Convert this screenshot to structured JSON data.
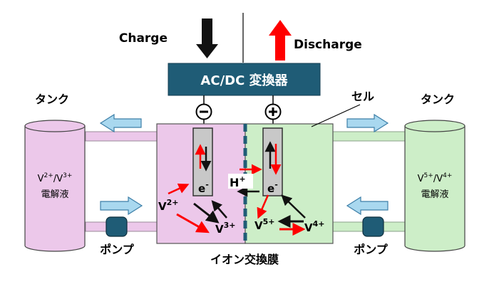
{
  "labels": {
    "charge": "Charge",
    "discharge": "Discharge",
    "converter": "AC/DC 変換器",
    "cell": "セル",
    "tank_left": "タンク",
    "tank_right": "タンク",
    "pump_left": "ポンプ",
    "pump_right": "ポンプ",
    "membrane": "イオン交換膜",
    "electrolyte": "電解液",
    "electron": "e",
    "electron_sup": "-",
    "proton": "H",
    "proton_sup": "+",
    "minus_sign": "−",
    "plus_sign": "+",
    "neg_ion_a": "V",
    "neg_ion_a_sup": "2+",
    "neg_ion_b": "V",
    "neg_ion_b_sup": "3+",
    "pos_ion_a": "V",
    "pos_ion_a_sup": "5+",
    "pos_ion_b": "V",
    "pos_ion_b_sup": "4+",
    "tank_left_a": "V",
    "tank_left_a_sup": "2+",
    "tank_left_sep": "/V",
    "tank_left_b_sup": "3+",
    "tank_right_a": "V",
    "tank_right_a_sup": "5+",
    "tank_right_sep": "/V",
    "tank_right_b_sup": "4+"
  },
  "colors": {
    "converter": "#1f5c76",
    "negative_side": "#ecc8ea",
    "positive_side": "#cdeec8",
    "tank_left_fill": "#ecc8ea",
    "tank_right_fill": "#cdeec8",
    "pipe_left": "#ecc8ea",
    "pipe_right": "#cdeec8",
    "pump": "#1f5c76",
    "flow_arrow": "#a9d8ef",
    "flow_arrow_stroke": "#3d7fa8",
    "discharge_arrow": "#ff0000",
    "charge_arrow": "#111111",
    "electrode": "#c8c8c8",
    "membrane": "#1f5c76"
  },
  "icons": {
    "charge_arrow": "down-arrow",
    "discharge_arrow": "up-arrow",
    "negative_terminal": "minus-circle",
    "positive_terminal": "plus-circle"
  }
}
